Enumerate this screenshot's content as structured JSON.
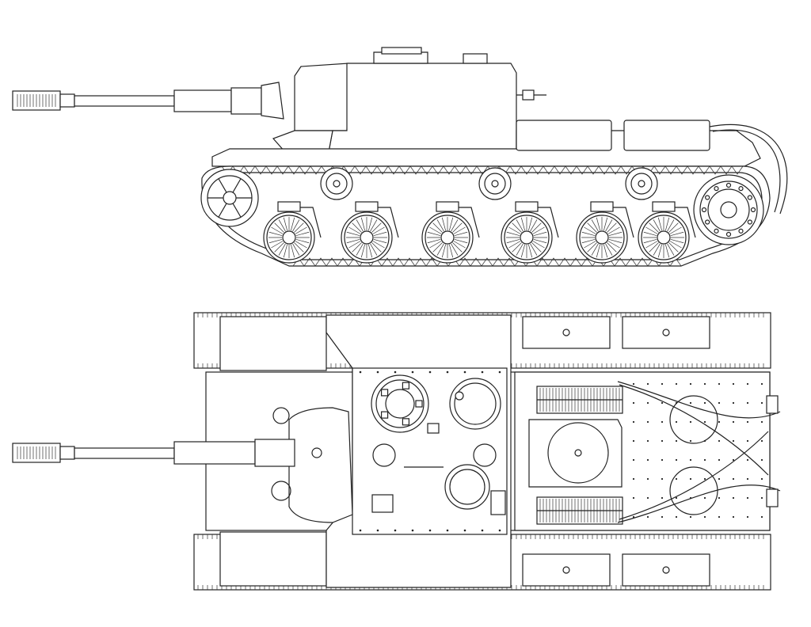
{
  "drawing": {
    "subject": "self-propelled-gun-line-drawing",
    "views": [
      "side-view",
      "top-view"
    ],
    "colors": {
      "line": "#222222",
      "background": "#ffffff"
    },
    "side": {
      "road_wheels": 6,
      "return_rollers": 3
    },
    "top": {
      "hatches": 4,
      "engine_grilles": 2
    }
  }
}
